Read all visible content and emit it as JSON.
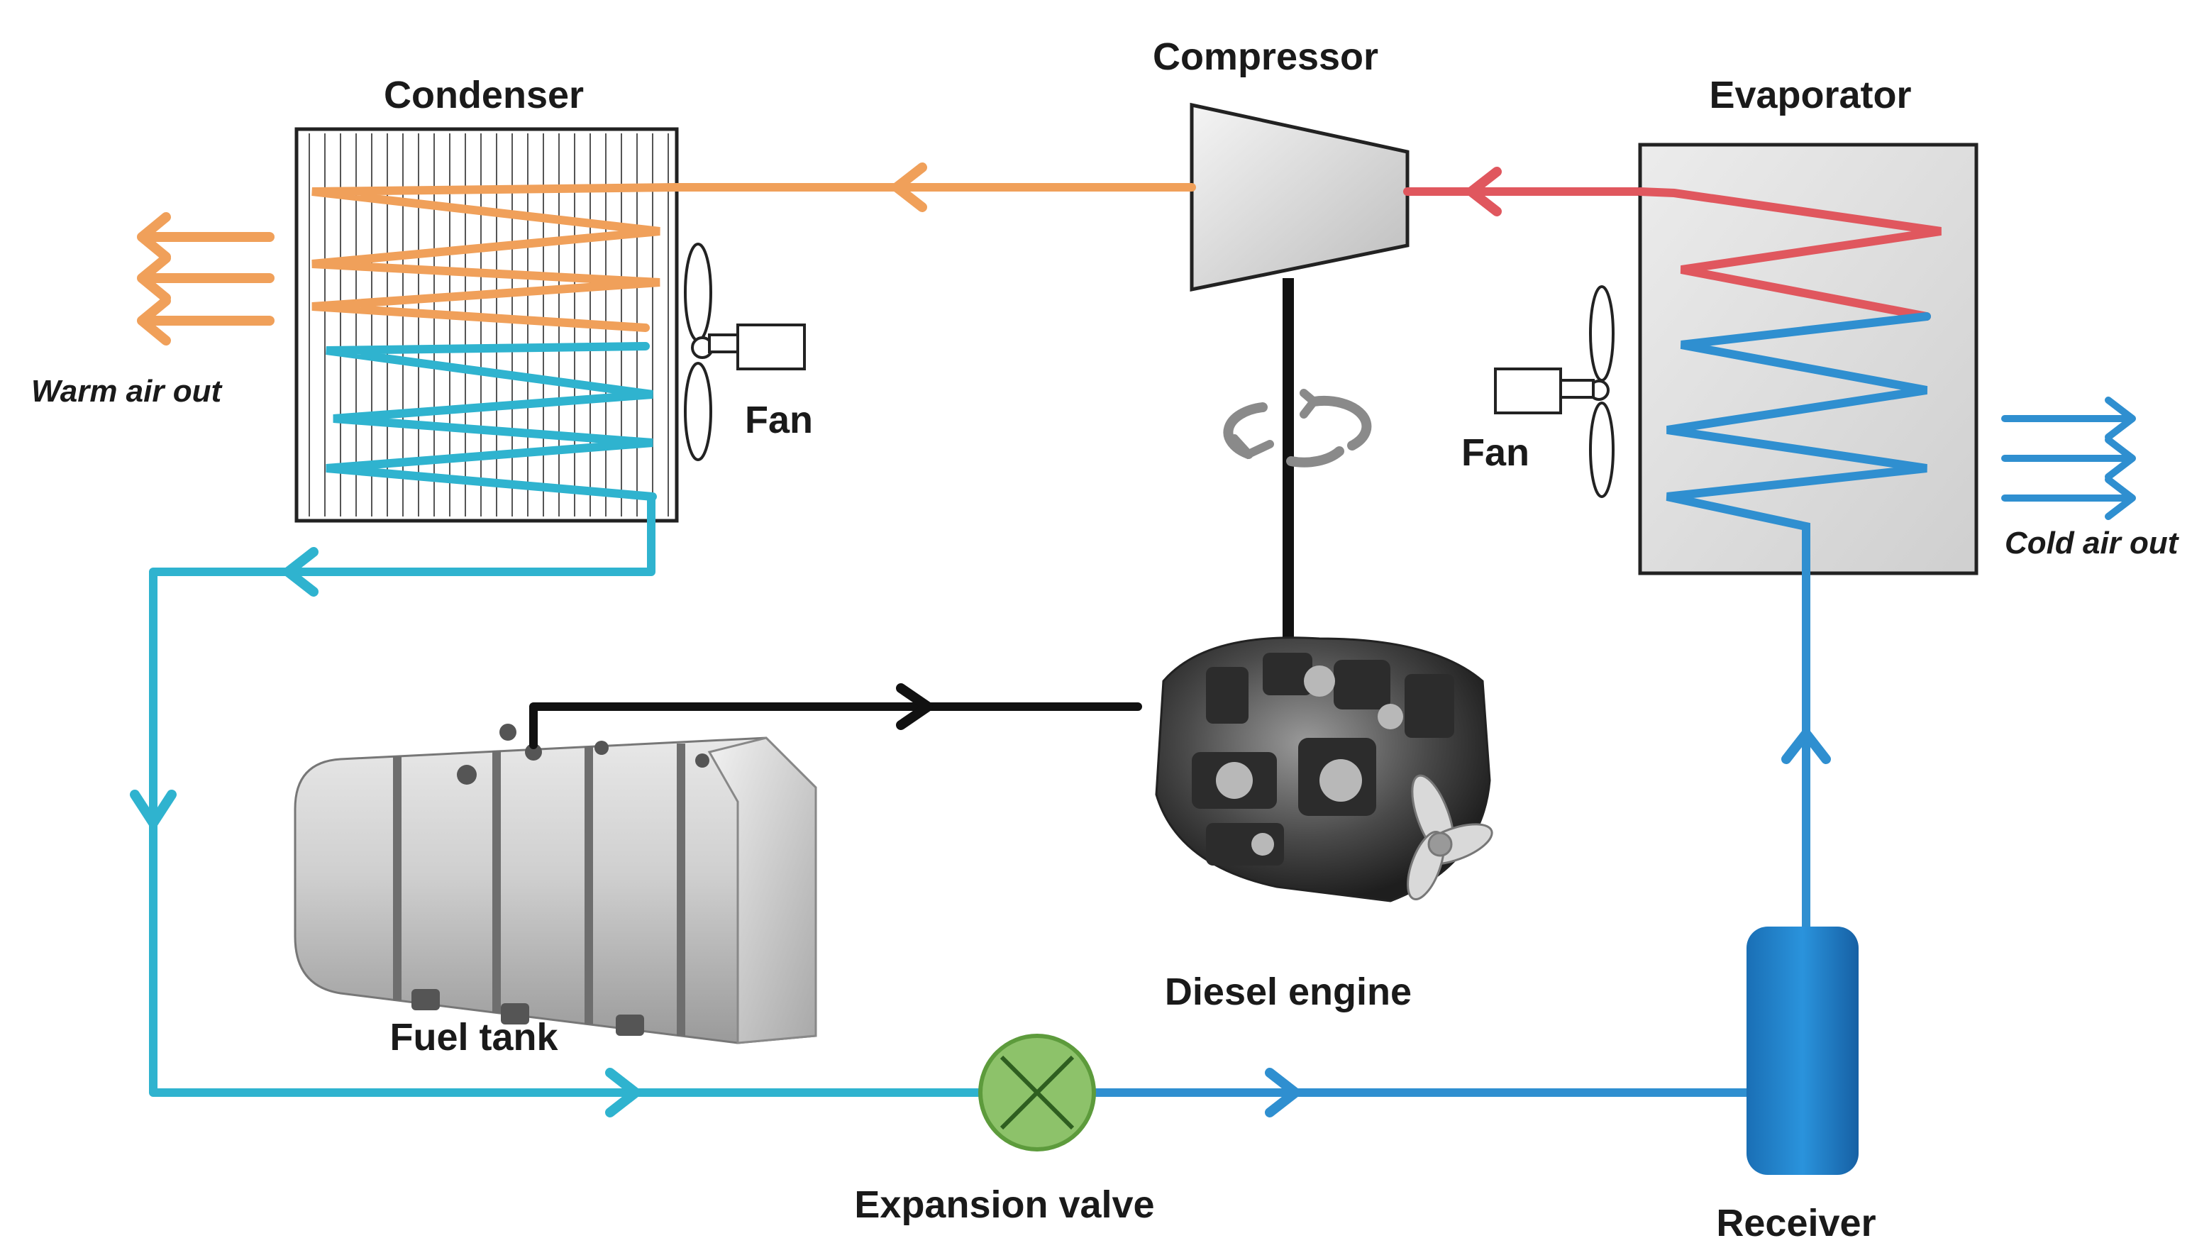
{
  "labels": {
    "condenser": "Condenser",
    "compressor": "Compressor",
    "evaporator": "Evaporator",
    "fan_left": "Fan",
    "fan_right": "Fan",
    "warm_air_out": "Warm air out",
    "cold_air_out": "Cold air out",
    "fuel_tank": "Fuel tank",
    "diesel_engine": "Diesel engine",
    "expansion_valve": "Expansion valve",
    "receiver": "Receiver"
  },
  "colors": {
    "hot_gas": "#f0a05a",
    "hot_vapor": "#e0575e",
    "liquid": "#2fb3cf",
    "cold_liquid": "#2f8fd0",
    "valve": "#8dc26a",
    "receiver": "#1e7fc8",
    "shaft": "#111111"
  }
}
